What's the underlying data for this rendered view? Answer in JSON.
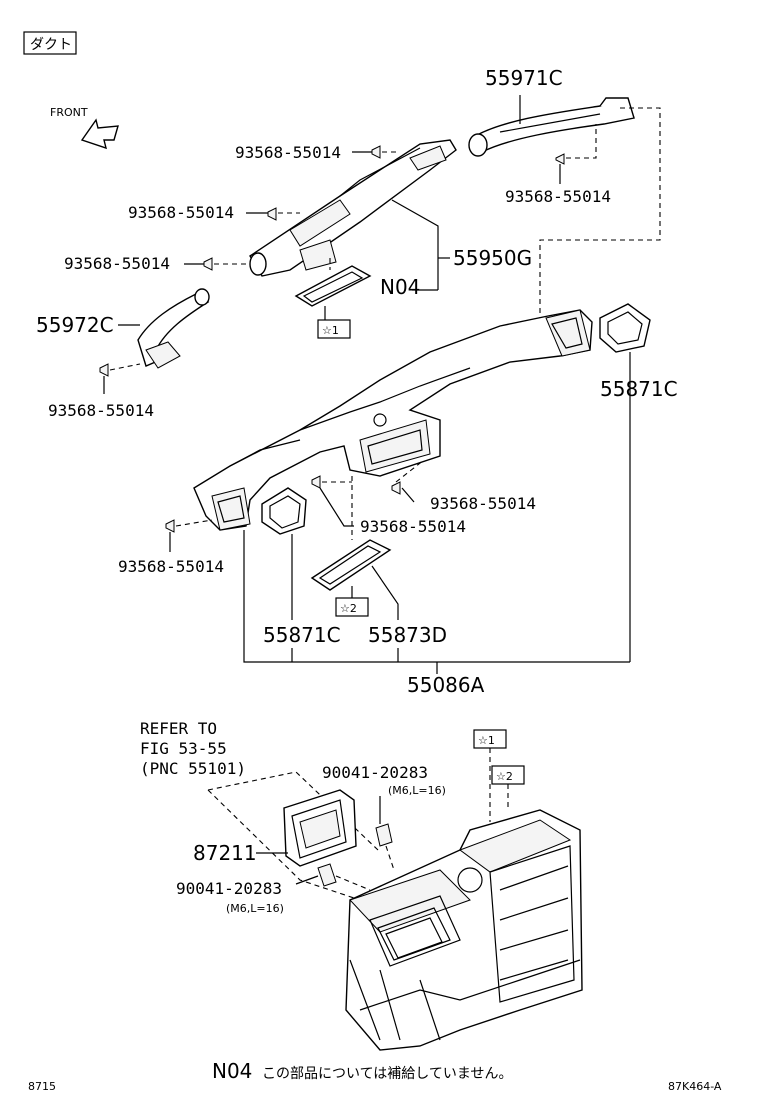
{
  "header": {
    "category_tag": "ダクト",
    "front_label": "FRONT"
  },
  "parts": {
    "duct_upper_rear": "55971C",
    "duct_center": "55950G",
    "duct_left": "55972C",
    "duct_assembly": "55086A",
    "gasket_right": "55871C",
    "gasket_left": "55871C",
    "seal_center": "55873D",
    "not_supplied_code": "N04",
    "clip_1": "93568-55014",
    "clip_2": "93568-55014",
    "clip_3": "93568-55014",
    "clip_4": "93568-55014",
    "clip_5": "93568-55014",
    "clip_6": "93568-55014",
    "clip_7": "93568-55014",
    "clip_8": "93568-55014",
    "bolt_1": "90041-20283",
    "bolt_1_spec": "(M6,L=16)",
    "bolt_2": "90041-20283",
    "bolt_2_spec": "(M6,L=16)",
    "seal_heater": "87211"
  },
  "markers": {
    "star1": "☆1",
    "star2": "☆2",
    "star1_b": "☆1",
    "star2_b": "☆2"
  },
  "refer": {
    "line1": "REFER TO",
    "line2": "FIG 53-55",
    "line3": "(PNC 55101)"
  },
  "footer": {
    "note_code": "N04",
    "note_text": "この部品については補給していません。",
    "left_code": "8715",
    "right_code": "87K464-A"
  }
}
